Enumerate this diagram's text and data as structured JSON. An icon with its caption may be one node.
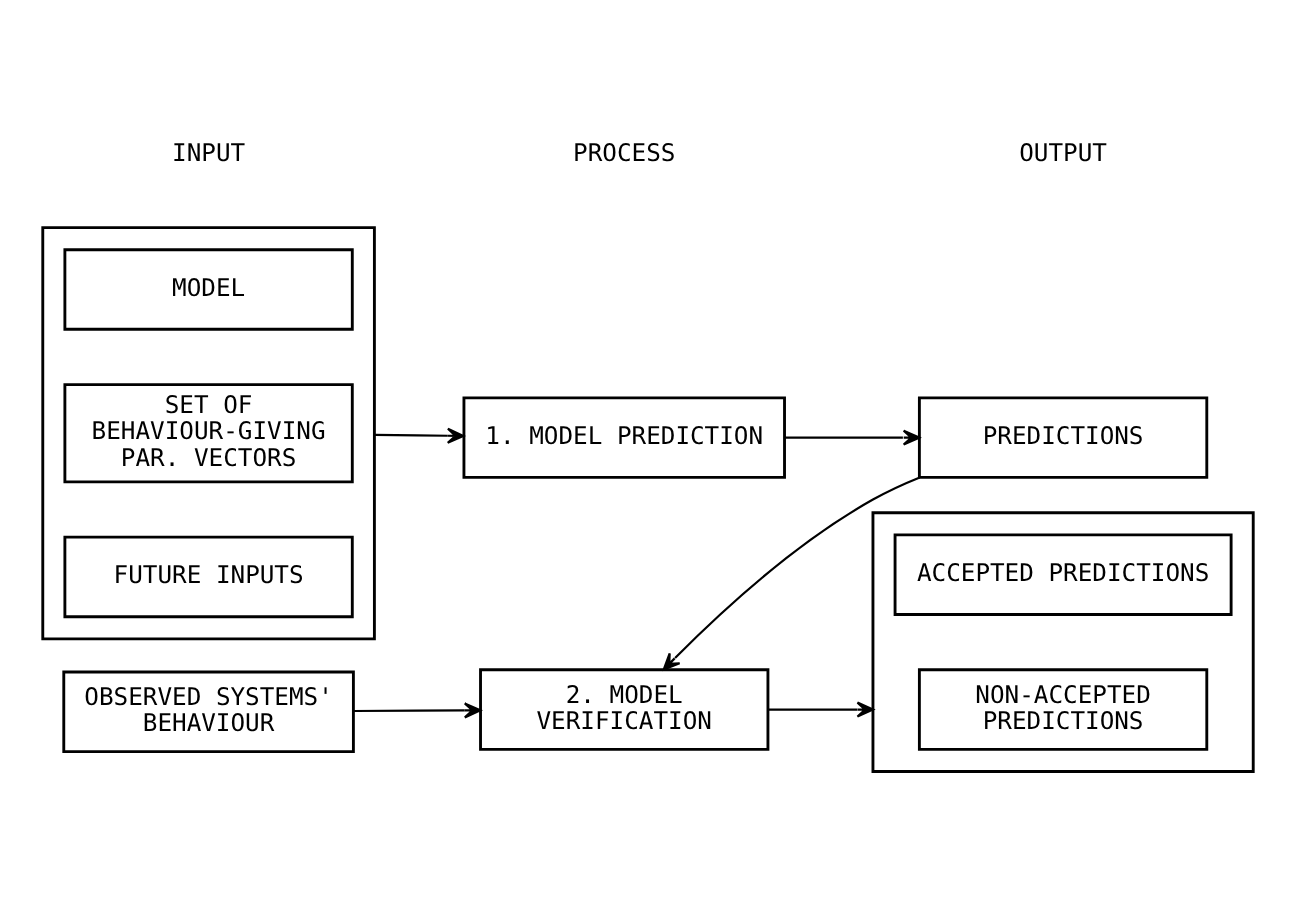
{
  "diagram": {
    "nodes": [
      {
        "text": [],
        "shape": "box"
      },
      {
        "text": [
          "MODEL"
        ],
        "in": 0
      },
      {
        "text": [
          "SET OF BEHAVIOUR-GIVING PAR. VECTORS"
        ],
        "in": 0
      },
      {
        "text": [
          "FUTURE INPUTS"
        ],
        "in": 0
      },
      {
        "text": [
          "1. MODEL PREDICTION"
        ]
      },
      {
        "text": [
          "PREDICTIONS"
        ]
      },
      {
        "text": [
          "OBSERVED SYSTEMS' BEHAVIOUR"
        ]
      },
      {
        "text": [
          "2. MODEL VERIFICATION"
        ]
      },
      {
        "text": [],
        "shape": "box"
      },
      {
        "text": [
          "ACCEPTED PREDICTIONS"
        ],
        "in": 8
      },
      {
        "text": [
          "NON-ACCEPTED PREDICTIONS"
        ],
        "in": 8
      }
    ],
    "edges": [
      {
        "from": 0,
        "to": 4,
        "arrow": "to"
      },
      {
        "from": 4,
        "to": 5,
        "arrow": "to"
      },
      {
        "from": 5,
        "to": 7,
        "arrow": "to"
      },
      {
        "from": 6,
        "to": 7,
        "arrow": "to"
      },
      {
        "from": 7,
        "to": 8,
        "arrow": "to"
      }
    ],
    "labels": [
      "INPUT",
      "PROCESS",
      "OUTPUT"
    ]
  }
}
